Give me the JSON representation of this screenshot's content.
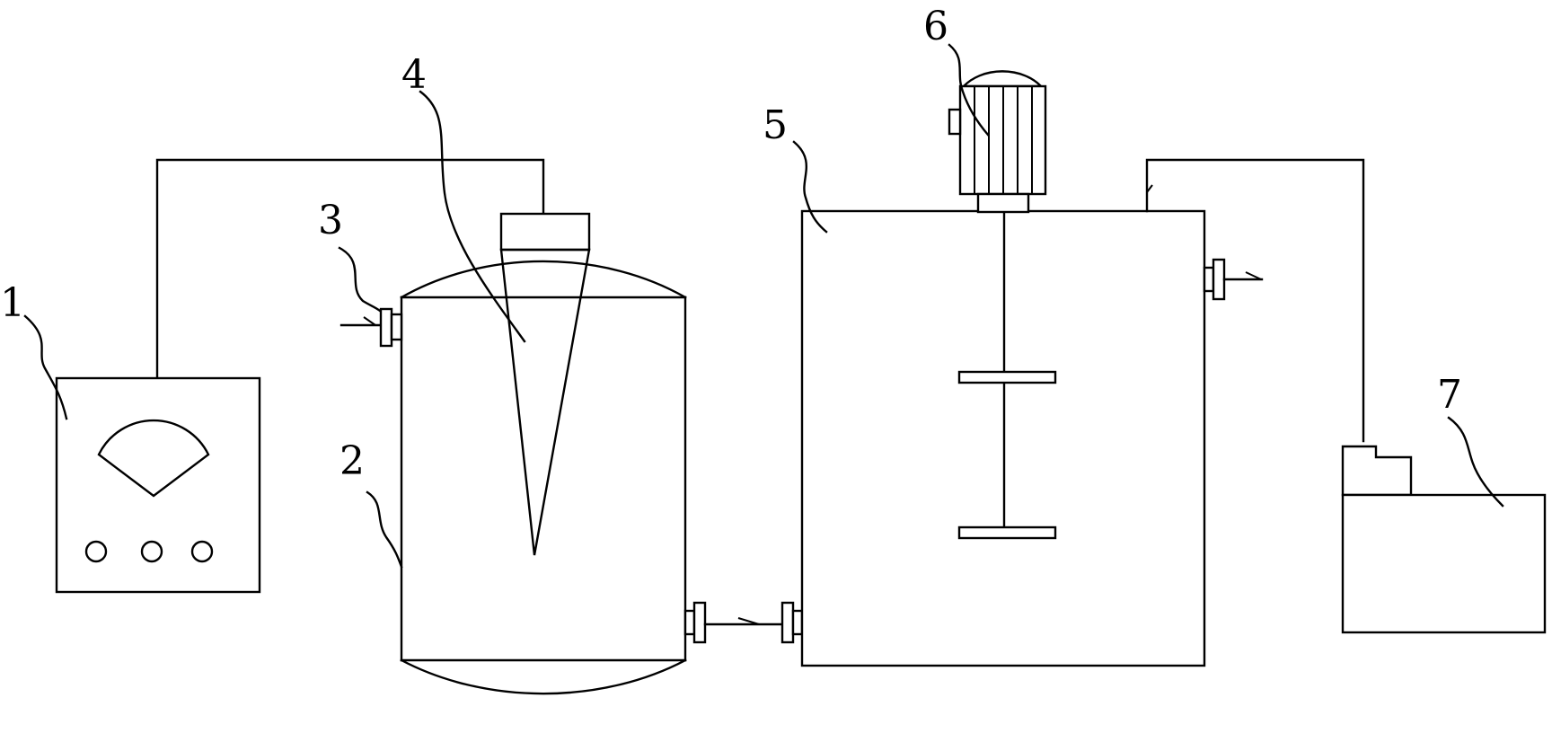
{
  "labels": {
    "n1": "1",
    "n2": "2",
    "n3": "3",
    "n4": "4",
    "n5": "5",
    "n6": "6",
    "n7": "7"
  },
  "colors": {
    "stroke": "#000000",
    "background": "#ffffff"
  }
}
